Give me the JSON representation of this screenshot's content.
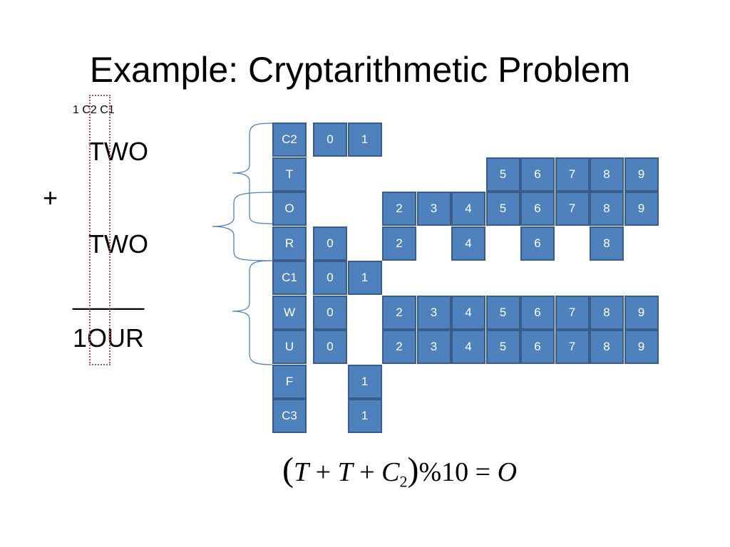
{
  "title": "Example: Cryptarithmetic Problem",
  "puzzle": {
    "carry_header": "1 C2 C1",
    "addend1": "TWO",
    "operator": "+",
    "addend2": "TWO",
    "rule": "_____",
    "result": "1OUR"
  },
  "domains": [
    {
      "variable": "C2",
      "values": [
        "0",
        "1"
      ]
    },
    {
      "variable": "T",
      "values": [
        "5",
        "6",
        "7",
        "8",
        "9"
      ]
    },
    {
      "variable": "O",
      "values": [
        "2",
        "3",
        "4",
        "5",
        "6",
        "7",
        "8",
        "9"
      ]
    },
    {
      "variable": "R",
      "values": [
        "0",
        "2",
        "4",
        "6",
        "8"
      ]
    },
    {
      "variable": "C1",
      "values": [
        "0",
        "1"
      ]
    },
    {
      "variable": "W",
      "values": [
        "0",
        "2",
        "3",
        "4",
        "5",
        "6",
        "7",
        "8",
        "9"
      ]
    },
    {
      "variable": "U",
      "values": [
        "0",
        "2",
        "3",
        "4",
        "5",
        "6",
        "7",
        "8",
        "9"
      ]
    },
    {
      "variable": "F",
      "values": [
        "1"
      ]
    },
    {
      "variable": "C3",
      "values": [
        "1"
      ]
    }
  ],
  "equation": {
    "open": "(",
    "t1": "T",
    "plus1": "+",
    "t2": "T",
    "plus2": "+",
    "c": "C",
    "c_sub": "2",
    "close": ")",
    "mod": "%10",
    "eq": "=",
    "rhs": "O"
  },
  "colors": {
    "cell_fill": "#4f81bd",
    "cell_border": "#385d8a",
    "cell_text": "#ffffff",
    "carry_box": "#c0504d",
    "brace": "#4f81bd"
  }
}
